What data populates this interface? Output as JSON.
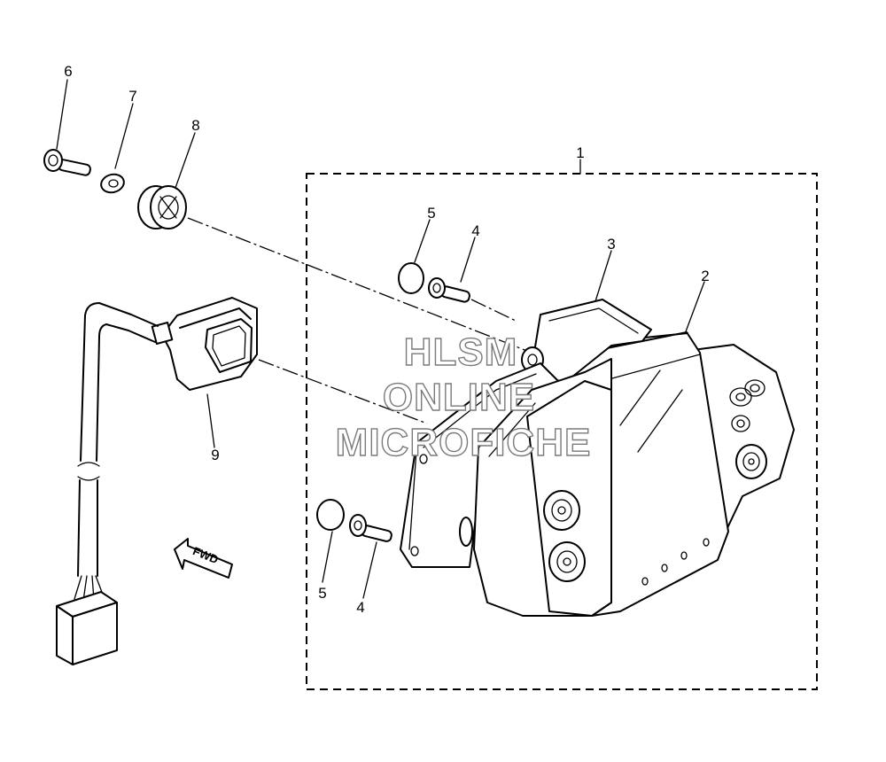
{
  "diagram": {
    "callouts": {
      "c1": "1",
      "c2": "2",
      "c3": "3",
      "c4a": "4",
      "c4b": "4",
      "c5a": "5",
      "c5b": "5",
      "c6": "6",
      "c7": "7",
      "c8": "8",
      "c9": "9"
    },
    "fwd_label": "FWD"
  },
  "watermark": {
    "line1": "HLSM",
    "line2": "ONLINE",
    "line3": "MICROFICHE"
  }
}
